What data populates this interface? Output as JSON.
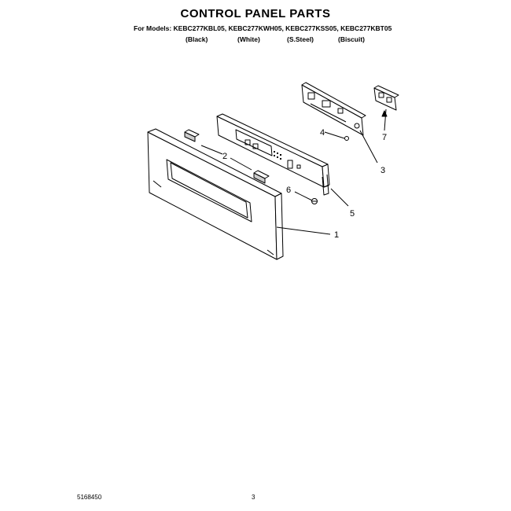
{
  "header": {
    "title": "CONTROL PANEL PARTS",
    "models_line": "For Models: KEBC277KBL05, KEBC277KWH05, KEBC277KSS05, KEBC277KBT05",
    "colors": [
      "(Black)",
      "(White)",
      "(S.Steel)",
      "(Biscuit)"
    ]
  },
  "callouts": [
    "1",
    "2",
    "3",
    "4",
    "5",
    "6",
    "7"
  ],
  "footer": {
    "doc_number": "5168450",
    "page_number": "3"
  }
}
